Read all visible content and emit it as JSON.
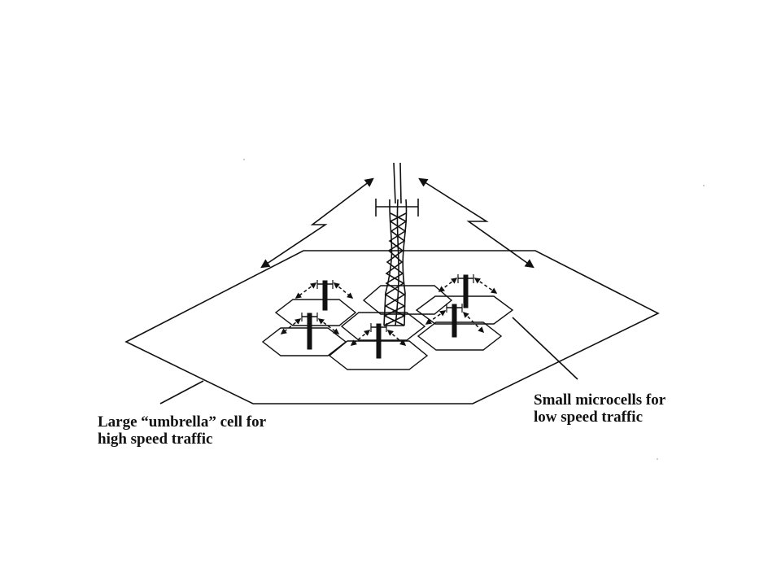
{
  "umbrella_label": {
    "line1": "Large “umbrella” cell for",
    "line2": "high speed traffic"
  },
  "microcell_label": {
    "line1": "Small microcells for",
    "line2": "low speed traffic"
  },
  "colors": {
    "ink": "#111111",
    "background": "#ffffff"
  }
}
